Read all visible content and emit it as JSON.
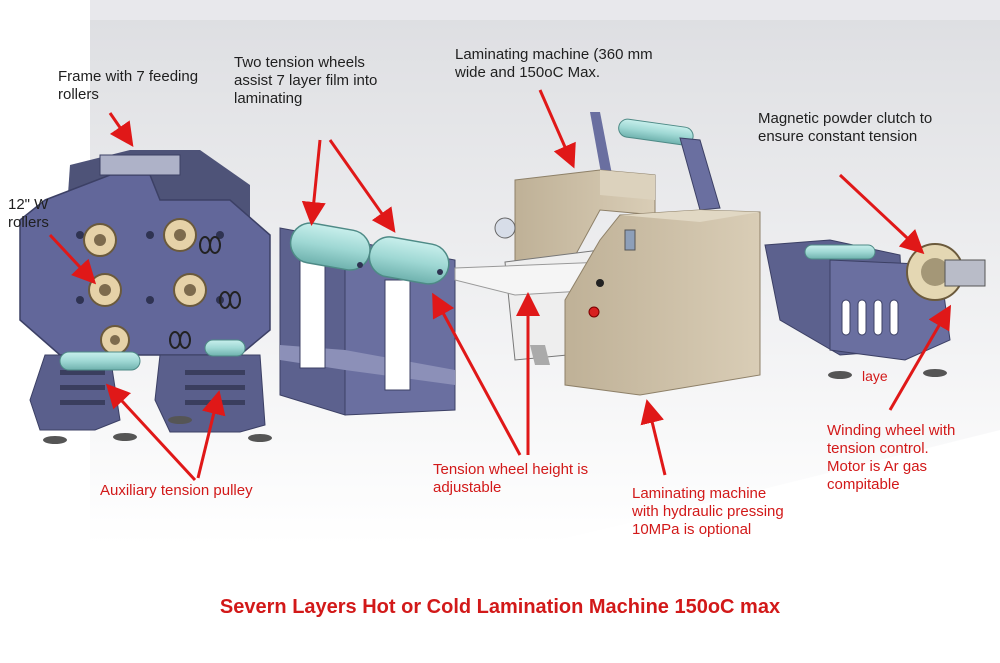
{
  "title": "Severn Layers Hot or Cold Lamination Machine 150oC max",
  "labels": {
    "frame": "Frame with 7 feeding\nrollers",
    "rollers12": "12\" W\nrollers",
    "tension_wheels": "Two tension wheels\nassist 7 layer film into\nlaminating",
    "laminating_top": "Laminating machine (360 mm\nwide and 150oC Max.",
    "clutch": "Magnetic powder clutch to\nensure constant tension",
    "auxiliary": "Auxiliary tension pulley",
    "tension_height": "Tension wheel height is\nadjustable",
    "laminating_bottom": "Laminating machine\nwith hydraulic pressing\n10MPa is optional",
    "winding": "Winding wheel with\ntension control.\nMotor is Ar gas\ncompitable",
    "laye": "laye"
  },
  "colors": {
    "frame": "#5d6289",
    "roller": "#a3dcd8",
    "beige": "#cfc2a9",
    "arrow": "#e01818",
    "title": "#d21919"
  }
}
